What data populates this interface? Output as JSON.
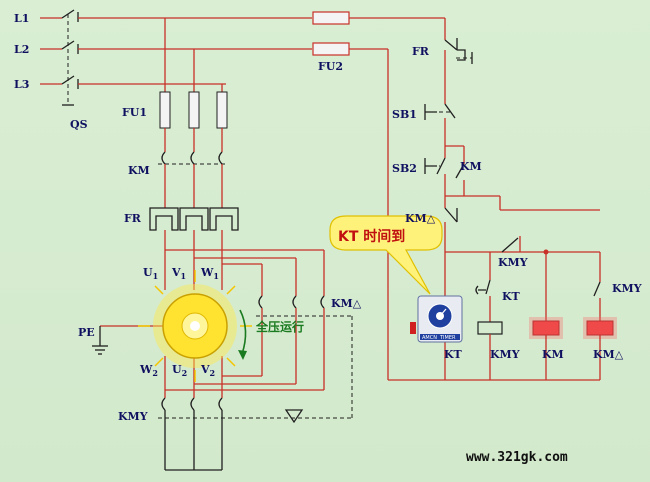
{
  "labels": {
    "l1": "L1",
    "l2": "L2",
    "l3": "L3",
    "qs": "QS",
    "fu1": "FU1",
    "fu2": "FU2",
    "km_main": "KM",
    "fr_main": "FR",
    "u1": "U",
    "v1": "V",
    "w1": "W",
    "sub1": "1",
    "pe": "PE",
    "w2": "W",
    "u2": "U",
    "v2": "V",
    "sub2": "2",
    "kmy_main": "KMY",
    "kmd_main": "KM△",
    "fr_ctrl": "FR",
    "sb1": "SB1",
    "sb2": "SB2",
    "km_aux": "KM",
    "kmd_aux": "KM△",
    "kmy_aux": "KMY",
    "kt_contact": "KT",
    "kmy_right": "KMY",
    "kt_coil": "KT",
    "kmy_coil": "KMY",
    "km_coil": "KM",
    "kmd_coil": "KM△"
  },
  "callout": "KT 时间到",
  "motor_status": "全压运行",
  "timer_brand": "AMCN",
  "timer_model": "TIMER",
  "website": "www.321gk.com",
  "colors": {
    "background": "#d6eccf",
    "wire": "#c83028",
    "label": "#101060",
    "callout_fill": "#fff27a",
    "motor_glow": "#ffe94a",
    "coil_active": "#e84040",
    "status_text": "#1a7a20"
  }
}
